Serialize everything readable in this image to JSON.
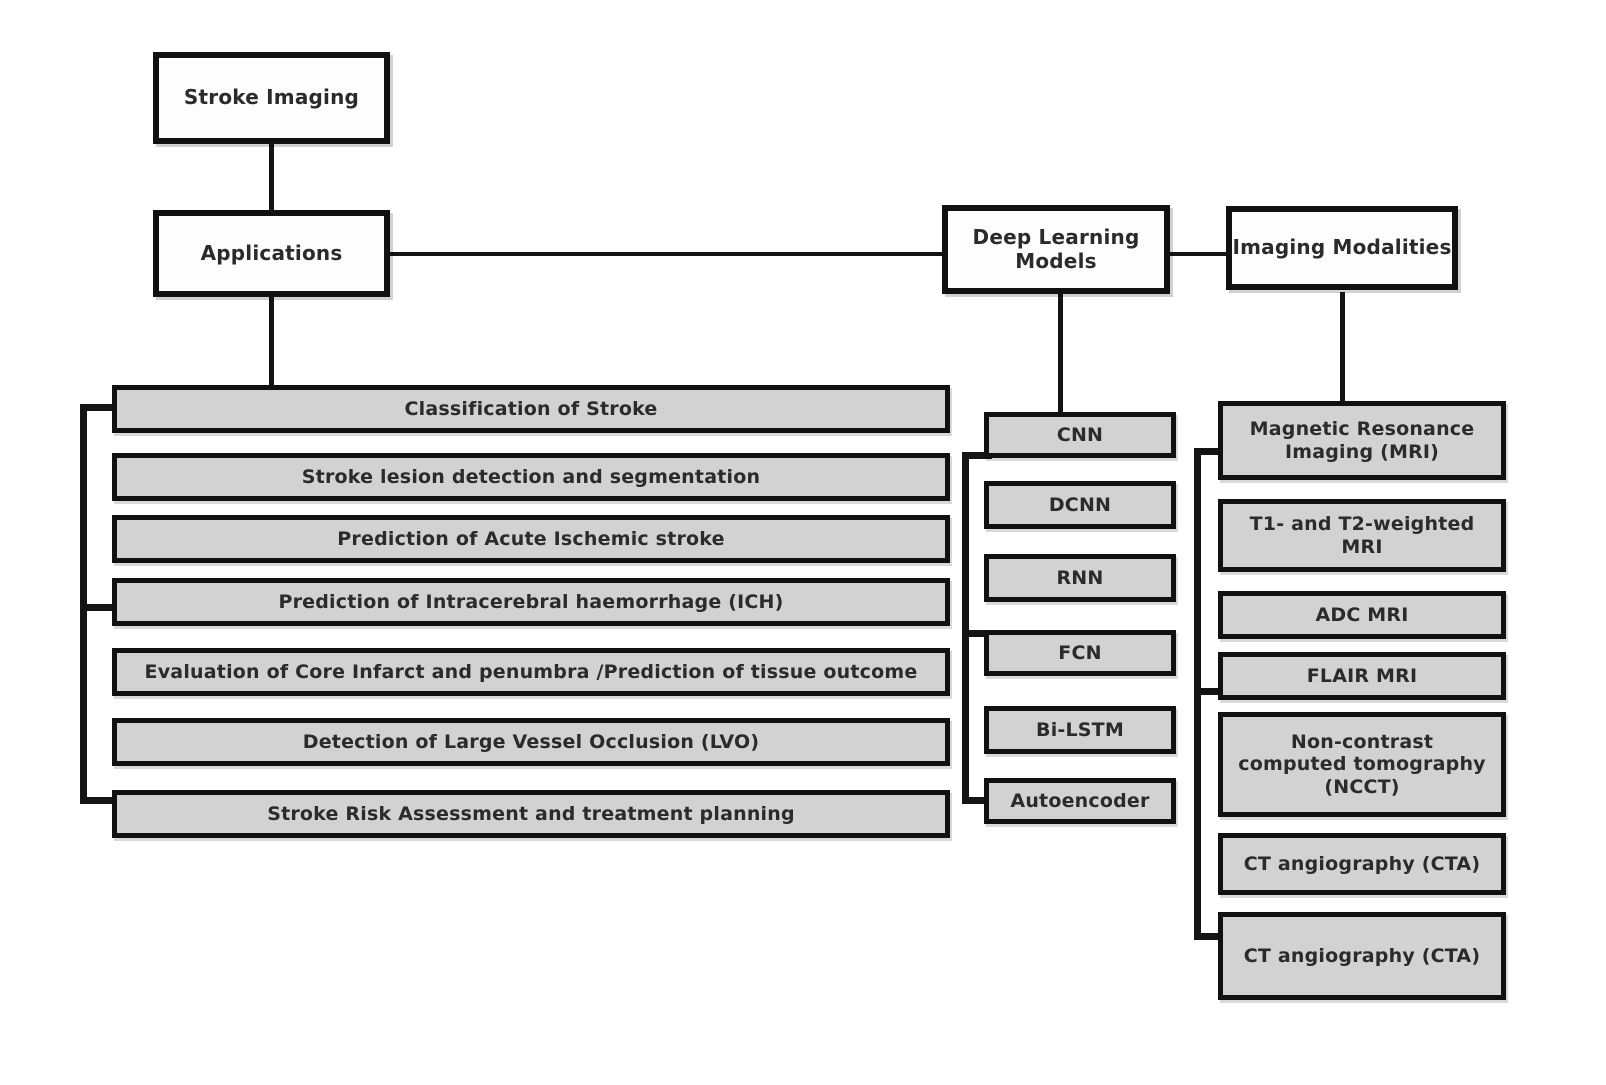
{
  "diagram": {
    "title": "Stroke Imaging",
    "root": {
      "label": "Stroke Imaging"
    },
    "branches": {
      "applications": {
        "label": "Applications"
      },
      "deep_learning_models": {
        "label": "Deep Learning\nModels",
        "line1": "Deep Learning",
        "line2": "Models"
      },
      "imaging_modalities": {
        "label": "Imaging Modalities"
      }
    },
    "applications_items": [
      {
        "label": "Classification of Stroke"
      },
      {
        "label": "Stroke lesion detection and segmentation"
      },
      {
        "label": "Prediction of Acute Ischemic stroke"
      },
      {
        "label": "Prediction of Intracerebral haemorrhage (ICH)"
      },
      {
        "label": "Evaluation of Core Infarct and penumbra /Prediction of tissue outcome"
      },
      {
        "label": "Detection of Large Vessel Occlusion (LVO)"
      },
      {
        "label": "Stroke Risk Assessment and treatment planning"
      }
    ],
    "model_items": [
      {
        "label": "CNN"
      },
      {
        "label": "DCNN"
      },
      {
        "label": "RNN"
      },
      {
        "label": "FCN"
      },
      {
        "label": "Bi-LSTM"
      },
      {
        "label": "Autoencoder"
      }
    ],
    "modality_items": [
      {
        "line1": "Magnetic Resonance",
        "line2": "Imaging (MRI)",
        "label": "Magnetic Resonance Imaging (MRI)"
      },
      {
        "line1": "T1- and T2-weighted",
        "line2": "MRI",
        "label": "T1- and T2-weighted MRI"
      },
      {
        "line1": "ADC MRI",
        "line2": "",
        "label": "ADC MRI"
      },
      {
        "line1": "FLAIR MRI",
        "line2": "",
        "label": "FLAIR MRI"
      },
      {
        "line1": "Non-contrast",
        "line2": "computed tomography",
        "line3": "(NCCT)",
        "label": "Non-contrast computed tomography (NCCT)"
      },
      {
        "line1": "CT angiography (CTA)",
        "line2": "",
        "label": "CT angiography (CTA)"
      },
      {
        "line1": "CT angiography (CTA)",
        "line2": "",
        "label": "CT angiography (CTA)"
      }
    ],
    "colors": {
      "background": "#ffffff",
      "box_stroke": "#111111",
      "leaf_fill": "#d2d2d2",
      "top_fill": "#fdfdfd",
      "text": "#2b2b2b"
    }
  }
}
